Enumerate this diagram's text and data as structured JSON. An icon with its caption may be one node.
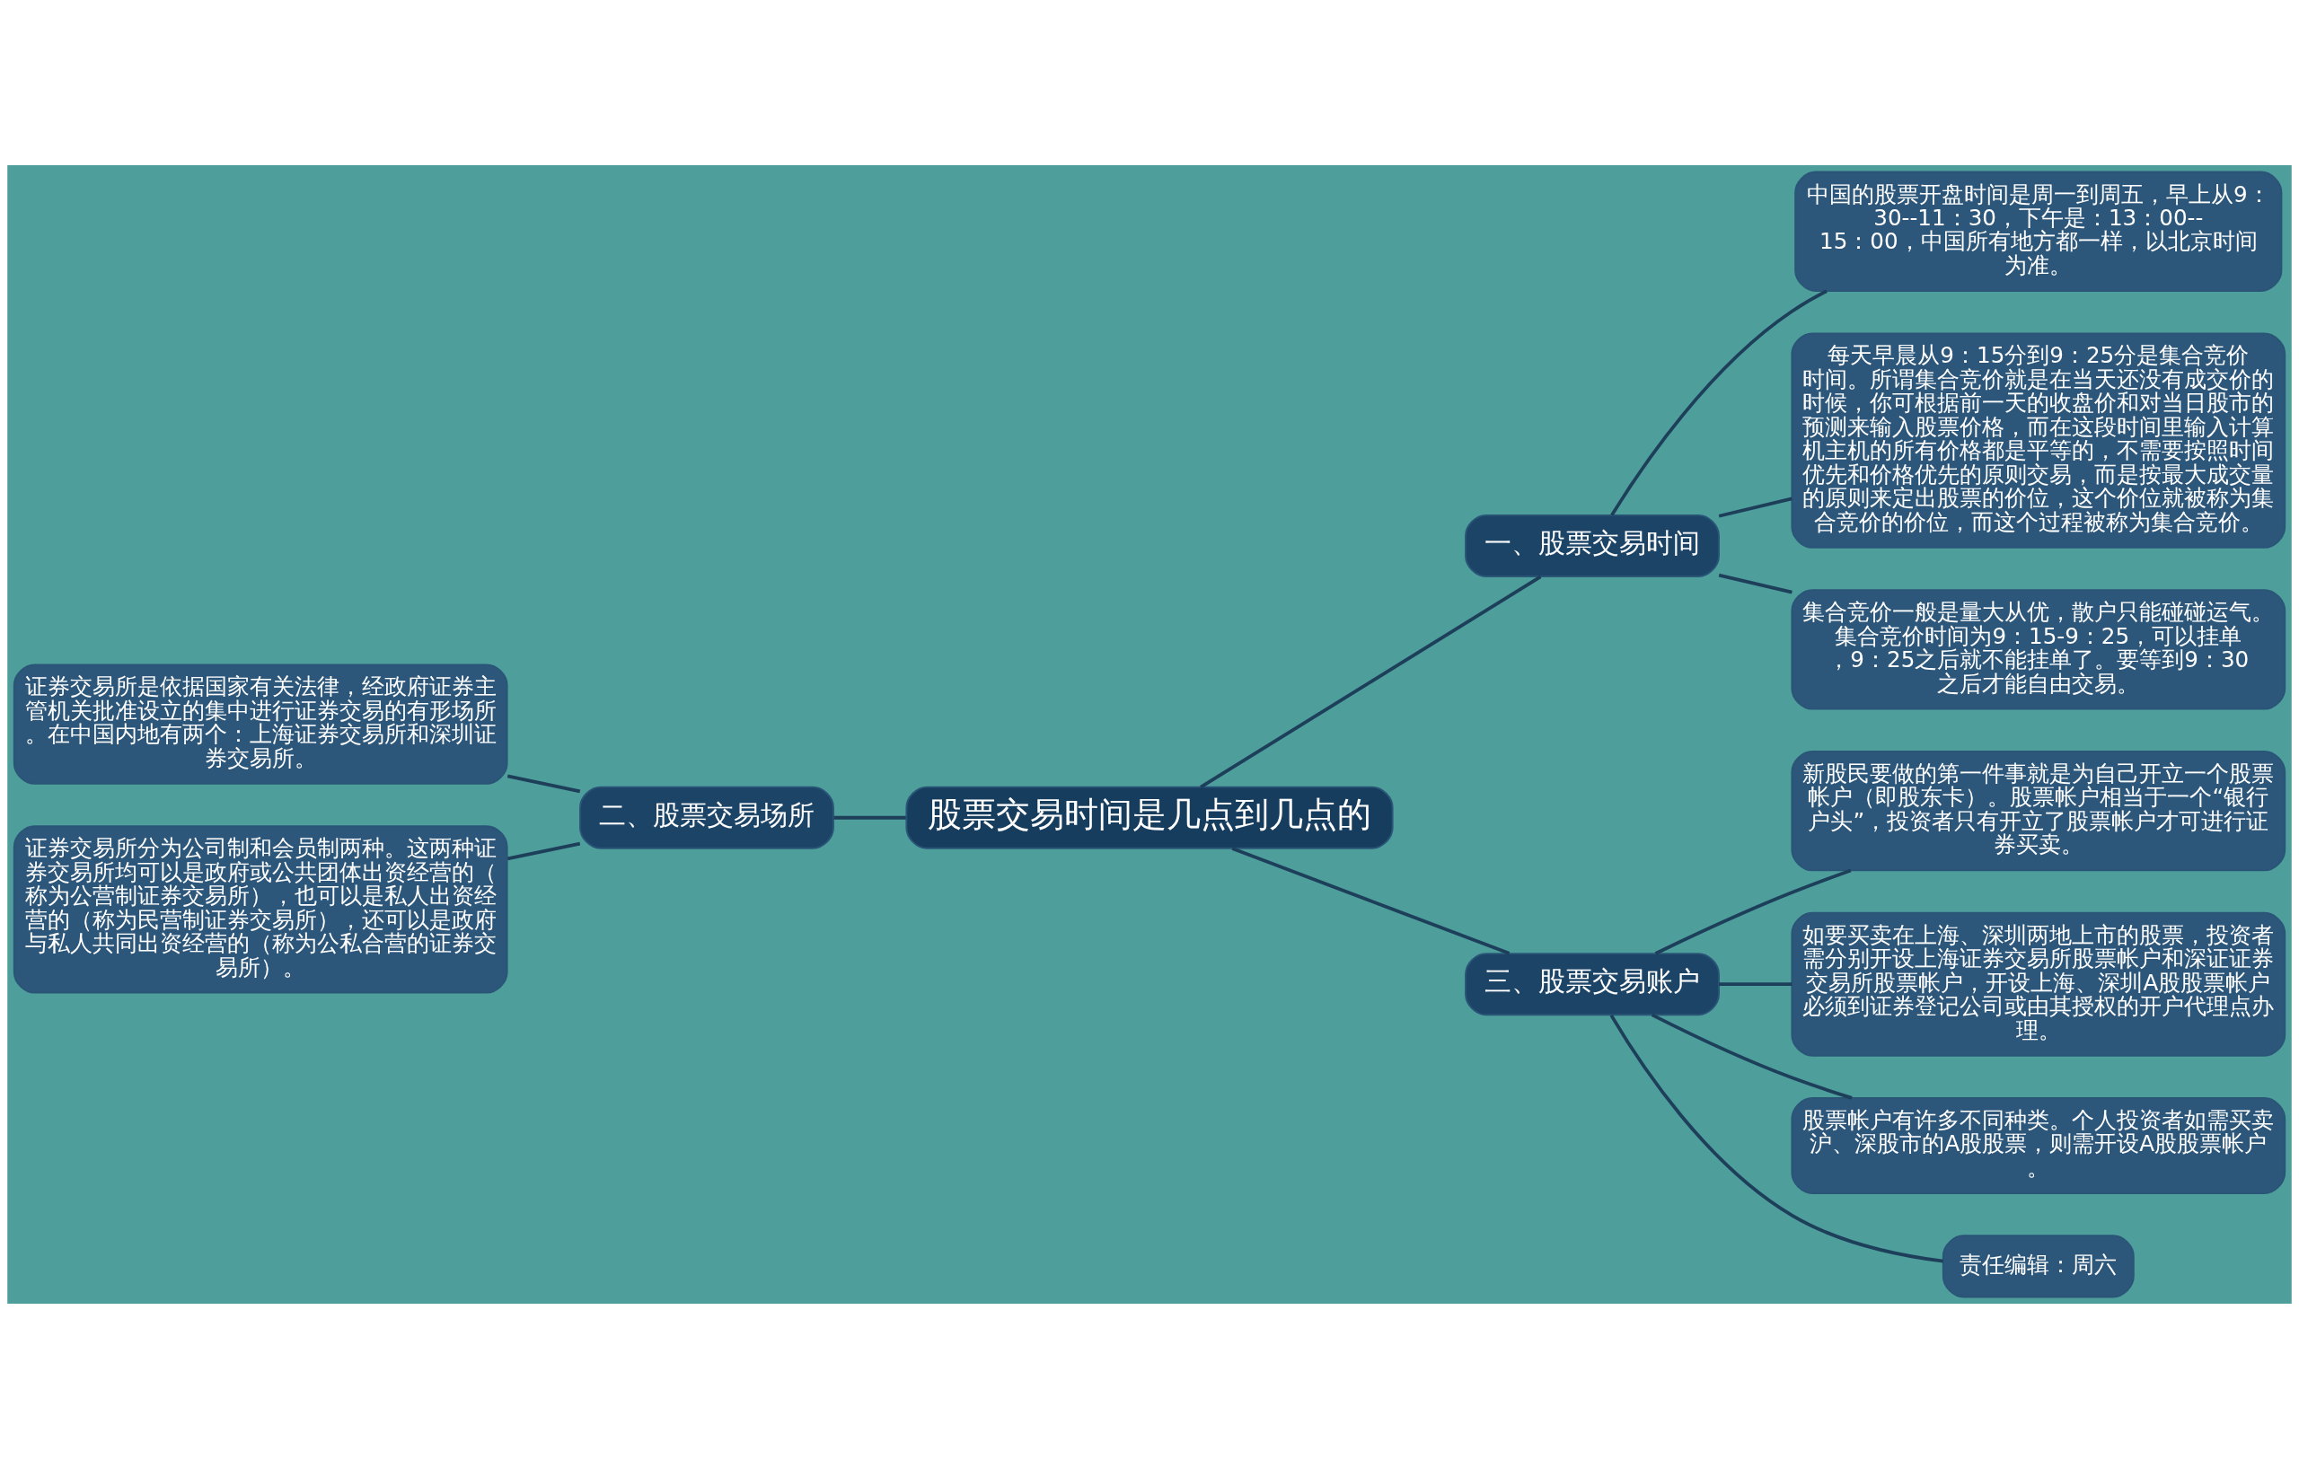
{
  "diagram": {
    "nodes": [
      {
        "text": [
          "股票交易时间是几点到几点的"
        ]
      },
      {
        "text": [
          "一、股票交易时间"
        ]
      },
      {
        "text": [
          "中国的股票开盘时间是周一到周五，早上从9：30--11：30，下午是：13：00--15：00，中国所有地方都一样，以北京时间为准。"
        ]
      },
      {
        "text": [
          "每天早晨从9：15分到9：25分是集合竞价时间。所谓集合竞价就是在当天还没有成交价的时候，你可根据前一天的收盘价和对当日股市的预测来输入股票价格，而在这段时间里输入计算机主机的所有价格都是平等的，不需要按照时间优先和价格优先的原则交易，而是按最大成交量的原则来定出股票的价位，这个价位就被称为集合竞价的价位，而这个过程被称为集合竞价。"
        ]
      },
      {
        "text": [
          "集合竞价一般是量大从优，散户只能碰碰运气。集合竞价时间为9：15-9：25，可以挂单，9：25之后就不能挂单了。要等到9：30之后才能自由交易。"
        ]
      },
      {
        "text": [
          "二、股票交易场所"
        ]
      },
      {
        "text": [
          "证券交易所是依据国家有关法律，经政府证券主管机关批准设立的集中进行证券交易的有形场所。在中国内地有两个：上海证券交易所和深圳证券交易所。"
        ]
      },
      {
        "text": [
          "证券交易所分为公司制和会员制两种。这两种证券交易所均可以是政府或公共团体出资经营的（称为公营制证券交易所），也可以是私人出资经营的（称为民营制证券交易所），还可以是政府与私人共同出资经营的（称为公私合营的证券交易所）。"
        ]
      },
      {
        "text": [
          "三、股票交易账户"
        ]
      },
      {
        "text": [
          "新股民要做的第一件事就是为自己开立一个股票帐户（即股东卡）。股票帐户相当于一个“银行户头”，投资者只有开立了股票帐户才可进行证券买卖。"
        ]
      },
      {
        "text": [
          "如要买卖在上海、深圳两地上市的股票，投资者需分别开设上海证券交易所股票帐户和深证证券交易所股票帐户，开设上海、深圳A股股票帐户必须到证券登记公司或由其授权的开户代理点办理。"
        ]
      },
      {
        "text": [
          "股票帐户有许多不同种类。个人投资者如需买卖沪、深股市的A股股票，则需开设A股股票帐户。"
        ]
      },
      {
        "text": [
          "责任编辑：周六"
        ]
      }
    ],
    "edges": [
      {
        "from": 0,
        "to": 1,
        "arrow": "none"
      },
      {
        "from": 1,
        "to": 2,
        "arrow": "none"
      },
      {
        "from": 1,
        "to": 3,
        "arrow": "none"
      },
      {
        "from": 1,
        "to": 4,
        "arrow": "none"
      },
      {
        "from": 0,
        "to": 5,
        "arrow": "none"
      },
      {
        "from": 5,
        "to": 6,
        "arrow": "none"
      },
      {
        "from": 5,
        "to": 7,
        "arrow": "none"
      },
      {
        "from": 0,
        "to": 8,
        "arrow": "none"
      },
      {
        "from": 8,
        "to": 9,
        "arrow": "none"
      },
      {
        "from": 8,
        "to": 10,
        "arrow": "none"
      },
      {
        "from": 8,
        "to": 11,
        "arrow": "none"
      },
      {
        "from": 8,
        "to": 12,
        "arrow": "none"
      }
    ]
  }
}
